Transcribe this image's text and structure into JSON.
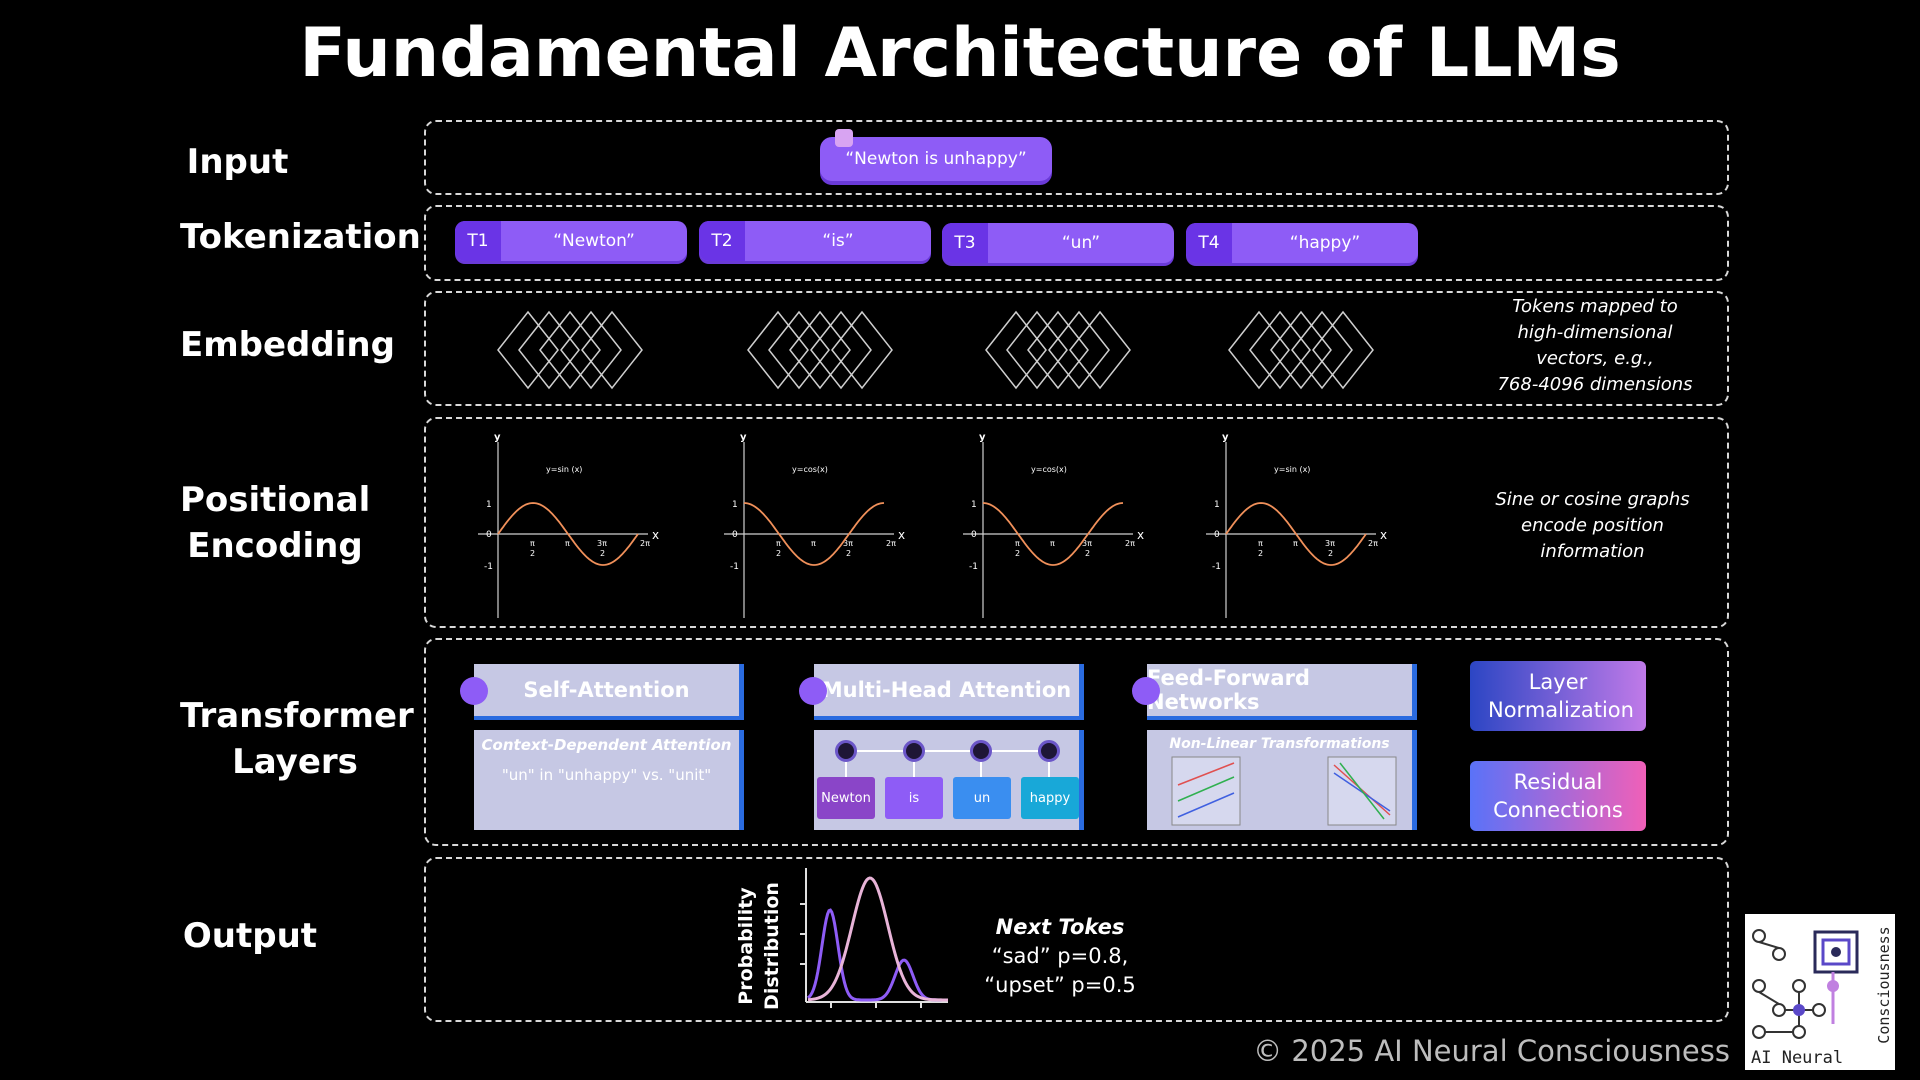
{
  "title": "Fundamental Architecture of LLMs",
  "rows": {
    "input": "Input",
    "tokenization": "Tokenization",
    "embedding": "Embedding",
    "positional_1": "Positional",
    "positional_2": "Encoding",
    "transformer_1": "Transformer",
    "transformer_2": "Layers",
    "output": "Output"
  },
  "input_text": "“Newton is unhappy”",
  "tokens": [
    {
      "id": "T1",
      "text": "“Newton”"
    },
    {
      "id": "T2",
      "text": "“is”"
    },
    {
      "id": "T3",
      "text": "“un”"
    },
    {
      "id": "T4",
      "text": "“happy”"
    }
  ],
  "embedding_note": [
    "Tokens mapped to",
    "high-dimensional",
    "vectors, e.g.,",
    "768-4096 dimensions"
  ],
  "pos_graphs": [
    {
      "label": "y=sin (x)",
      "fn": "sin"
    },
    {
      "label": "y=cos(x)",
      "fn": "cos"
    },
    {
      "label": "y=cos(x)",
      "fn": "cos"
    },
    {
      "label": "y=sin (x)",
      "fn": "sin"
    }
  ],
  "axis": {
    "y": "y",
    "x": "x",
    "one": "1",
    "zero": "0",
    "minus_one": "-1",
    "pi_half_num": "π",
    "pi_half_den": "2",
    "pi": "π",
    "three_pi_num": "3π",
    "three_pi_den": "2",
    "two_pi": "2π"
  },
  "pos_note": [
    "Sine or cosine graphs",
    "encode position",
    "information"
  ],
  "transformer": {
    "self_attention": {
      "title": "Self-Attention",
      "subtitle": "Context-Dependent Attention",
      "example": "\"un\" in \"unhappy\" vs. \"unit\""
    },
    "multi_head": {
      "title": "Multi-Head Attention",
      "tokens": [
        "Newton",
        "is",
        "un",
        "happy"
      ],
      "token_colors": [
        "#8a45c8",
        "#8e5cf6",
        "#3a8ef0",
        "#18a8d8"
      ]
    },
    "ffn": {
      "title": "Feed-Forward Networks",
      "subtitle": "Non-Linear Transformations"
    },
    "layer_norm": "Layer Normalization",
    "residual": "Residual Connections"
  },
  "output": {
    "y_label_1": "Probability",
    "y_label_2": "Distribution",
    "next_title": "Next Tokes",
    "line1": "“sad” p=0.8,",
    "line2": "“upset” p=0.5"
  },
  "footer": "© 2025  AI Neural Consciousness",
  "logo": {
    "text_side": "Consciousness",
    "text_bottom": "AI Neural"
  }
}
